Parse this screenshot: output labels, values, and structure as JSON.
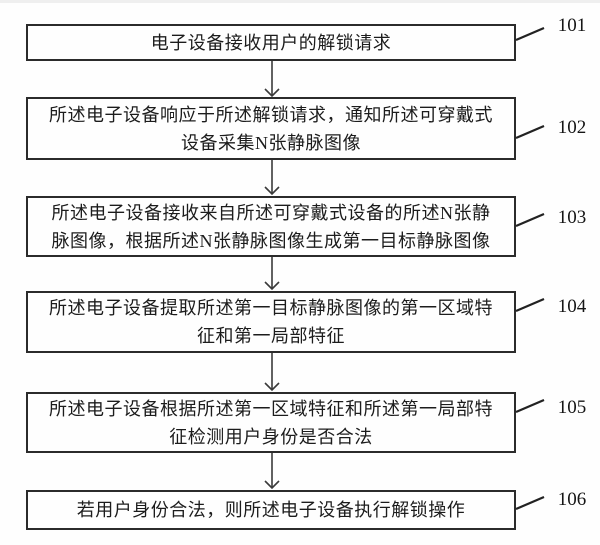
{
  "figure": {
    "type": "flowchart",
    "ink_color": "#2b2b2b",
    "background_color": "#fefefe",
    "steps": [
      {
        "id": "101",
        "text": "电子设备接收用户的解锁请求"
      },
      {
        "id": "102",
        "text": "所述电子设备响应于所述解锁请求，通知所述可穿戴式\n设备采集N张静脉图像"
      },
      {
        "id": "103",
        "text": "所述电子设备接收来自所述可穿戴式设备的所述N张静\n脉图像，根据所述N张静脉图像生成第一目标静脉图像"
      },
      {
        "id": "104",
        "text": "所述电子设备提取所述第一目标静脉图像的第一区域特\n征和第一局部特征"
      },
      {
        "id": "105",
        "text": "所述电子设备根据所述第一区域特征和所述第一局部特\n征检测用户身份是否合法"
      },
      {
        "id": "106",
        "text": "若用户身份合法，则所述电子设备执行解锁操作"
      }
    ]
  }
}
